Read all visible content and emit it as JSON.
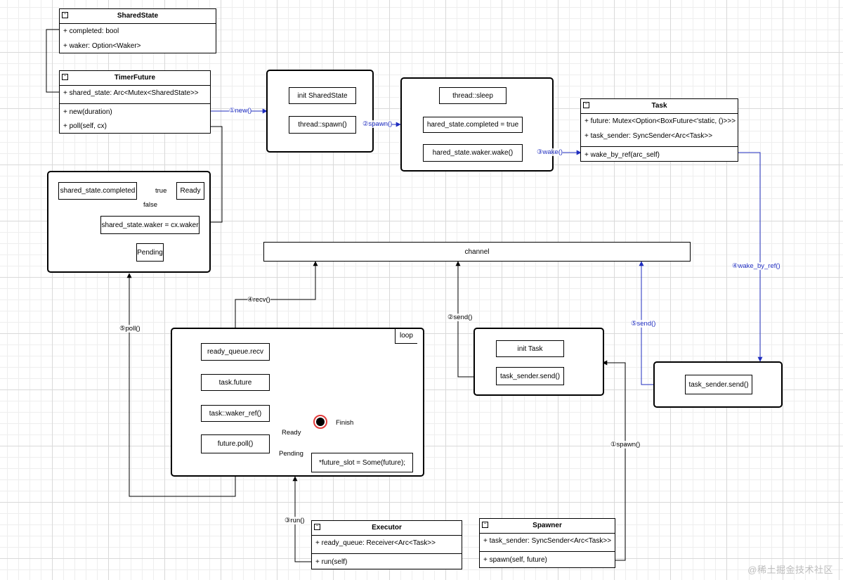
{
  "classes": {
    "shared_state": {
      "title": "SharedState",
      "fields": [
        "+ completed: bool",
        "+ waker: Option<Waker>"
      ]
    },
    "timer_future": {
      "title": "TimerFuture",
      "fields": [
        "+ shared_state: Arc<Mutex<SharedState>>"
      ],
      "methods": [
        "+ new(duration)",
        "+ poll(self, cx)"
      ]
    },
    "task": {
      "title": "Task",
      "fields": [
        "+ future: Mutex<Option<BoxFuture<'static, ()>>>",
        "+ task_sender: SyncSender<Arc<Task>>"
      ],
      "methods": [
        "+ wake_by_ref(arc_self)"
      ]
    },
    "executor": {
      "title": "Executor",
      "fields": [
        "+ ready_queue: Receiver<Arc<Task>>"
      ],
      "methods": [
        "+ run(self)"
      ]
    },
    "spawner": {
      "title": "Spawner",
      "fields": [
        "+ task_sender: SyncSender<Arc<Task>>"
      ],
      "methods": [
        "+ spawn(self, future)"
      ]
    }
  },
  "boxes": {
    "init_shared_state": "init SharedState",
    "thread_spawn": "thread::spawn()",
    "thread_sleep": "thread::sleep",
    "completed_true": "hared_state.completed = true",
    "waker_wake": "hared_state.waker.wake()",
    "poll_completed": "shared_state.completed",
    "poll_ready": "Ready",
    "poll_set_waker": "shared_state.waker = cx.waker",
    "poll_pending": "Pending",
    "channel": "channel",
    "init_task": "init Task",
    "task_sender_send_1": "task_sender.send()",
    "task_sender_send_2": "task_sender.send()",
    "ready_queue_recv": "ready_queue.recv",
    "task_future": "task.future",
    "task_waker_ref": "task::waker_ref()",
    "future_poll": "future.poll()",
    "future_slot": "*future_slot = Some(future);",
    "finish": "Finish",
    "loop": "loop"
  },
  "edge_labels": {
    "new": "①new()",
    "spawn2": "②spawn()",
    "wake3": "③wake()",
    "wake_by_ref4": "④wake_by_ref()",
    "true": "true",
    "false": "false",
    "recv4": "④recv()",
    "poll5": "⑤poll()",
    "send2": "②send()",
    "send5": "⑤send()",
    "spawn1": "①spawn()",
    "run3": "③run()",
    "ready": "Ready",
    "pending": "Pending"
  },
  "colors": {
    "line": "#000000",
    "call_line": "#1f2dbf",
    "finish_ring": "#e23b3b"
  },
  "watermark": "@稀土掘金技术社区"
}
